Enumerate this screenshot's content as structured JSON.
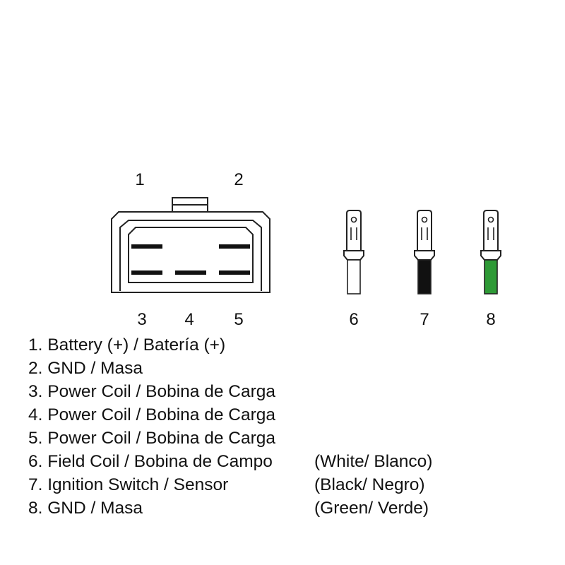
{
  "connector": {
    "top_labels": [
      "1",
      "2"
    ],
    "bottom_labels": [
      "3",
      "4",
      "5"
    ]
  },
  "terminals": [
    {
      "number": "6",
      "wire_color": "#ffffff"
    },
    {
      "number": "7",
      "wire_color": "#111111"
    },
    {
      "number": "8",
      "wire_color": "#2e9a36"
    }
  ],
  "legend": [
    {
      "text": "1. Battery (+) / Batería (+)",
      "color": ""
    },
    {
      "text": "2. GND / Masa",
      "color": ""
    },
    {
      "text": "3. Power Coil / Bobina de Carga",
      "color": ""
    },
    {
      "text": "4. Power Coil / Bobina de Carga",
      "color": ""
    },
    {
      "text": "5. Power Coil / Bobina de Carga",
      "color": ""
    },
    {
      "text": "6. Field Coil / Bobina de Campo",
      "color": "(White/ Blanco)"
    },
    {
      "text": "7. Ignition Switch / Sensor",
      "color": "(Black/ Negro)"
    },
    {
      "text": "8. GND / Masa",
      "color": "(Green/ Verde)"
    }
  ]
}
